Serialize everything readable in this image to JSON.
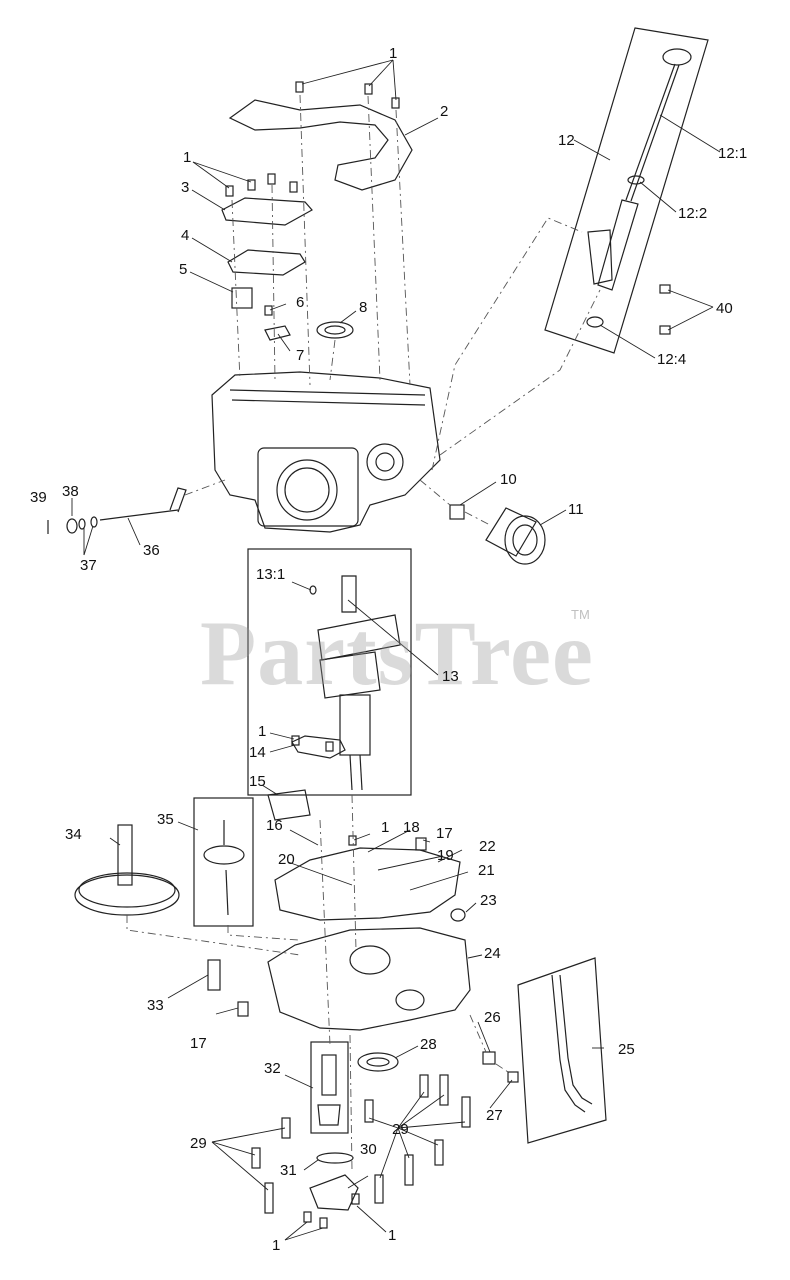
{
  "watermark": {
    "text": "PartsTree",
    "tm": "TM"
  },
  "labels": {
    "l1a": "1",
    "l2": "2",
    "l1b": "1",
    "l3": "3",
    "l4": "4",
    "l5": "5",
    "l6": "6",
    "l7": "7",
    "l8": "8",
    "l12": "12",
    "l12_1": "12:1",
    "l12_2": "12:2",
    "l40": "40",
    "l12_4": "12:4",
    "l10": "10",
    "l11": "11",
    "l39": "39",
    "l38": "38",
    "l37": "37",
    "l36": "36",
    "l13_1": "13:1",
    "l13": "13",
    "l1c": "1",
    "l14": "14",
    "l15": "15",
    "l35": "35",
    "l34": "34",
    "l16": "16",
    "l1d": "1",
    "l18": "18",
    "l17a": "17",
    "l22": "22",
    "l19": "19",
    "l20": "20",
    "l21": "21",
    "l23": "23",
    "l24": "24",
    "l33": "33",
    "l17b": "17",
    "l26": "26",
    "l25": "25",
    "l28": "28",
    "l32": "32",
    "l27": "27",
    "l29a": "29",
    "l29b": "29",
    "l30": "30",
    "l31": "31",
    "l1e": "1",
    "l1f": "1"
  },
  "colors": {
    "line": "#222222",
    "dash": "#555555",
    "watermark": "#999999"
  }
}
